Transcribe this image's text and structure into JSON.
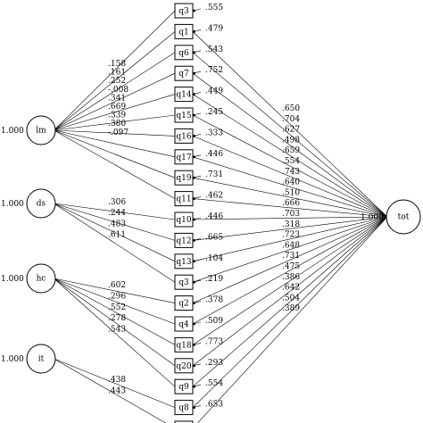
{
  "factors": [
    {
      "id": "lm",
      "label": "lm",
      "variance": "1.000"
    },
    {
      "id": "ds",
      "label": "ds",
      "variance": "1.000"
    },
    {
      "id": "hc",
      "label": "hc",
      "variance": "1.000"
    },
    {
      "id": "it",
      "label": "it",
      "variance": "1.000"
    }
  ],
  "general_factor": {
    "id": "tot",
    "label": "tot",
    "variance": "1.000"
  },
  "items": [
    {
      "id": "q3",
      "label": "q3",
      "factor": "lm",
      "factor_loading": "",
      "error": ".555",
      "tot_loading": ""
    },
    {
      "id": "q1",
      "label": "q1",
      "factor": "lm",
      "factor_loading": ".158",
      "error": ".479",
      "tot_loading": ".650"
    },
    {
      "id": "q6",
      "label": "q6",
      "factor": "lm",
      "factor_loading": ".161",
      "error": ".543",
      "tot_loading": ".704"
    },
    {
      "id": "q7",
      "label": "q7",
      "factor": "lm",
      "factor_loading": ".252",
      "error": ".752",
      "tot_loading": ".627"
    },
    {
      "id": "q14",
      "label": "q14",
      "factor": "lm",
      "factor_loading": "-.008",
      "error": ".449",
      "tot_loading": ".498"
    },
    {
      "id": "q15",
      "label": "q15",
      "factor": "lm",
      "factor_loading": ".341",
      "error": ".245",
      "tot_loading": ".659"
    },
    {
      "id": "q16",
      "label": "q16",
      "factor": "lm",
      "factor_loading": ".669",
      "error": ".333",
      "tot_loading": ".554"
    },
    {
      "id": "q17",
      "label": "q17",
      "factor": "lm",
      "factor_loading": ".339",
      "error": ".446",
      "tot_loading": ".743"
    },
    {
      "id": "q19",
      "label": "q19",
      "factor": "lm",
      "factor_loading": ".380",
      "error": ".731",
      "tot_loading": ".640"
    },
    {
      "id": "q11",
      "label": "q11",
      "factor": "lm",
      "factor_loading": "-.097",
      "error": ".462",
      "tot_loading": ".510"
    },
    {
      "id": "q10",
      "label": "q10",
      "factor": "ds",
      "factor_loading": ".306",
      "error": ".446",
      "tot_loading": ".666"
    },
    {
      "id": "q12",
      "label": "q12",
      "factor": "ds",
      "factor_loading": ".244",
      "error": ".665",
      "tot_loading": ".703"
    },
    {
      "id": "q13",
      "label": "q13",
      "factor": "ds",
      "factor_loading": ".483",
      "error": ".104",
      "tot_loading": ".318"
    },
    {
      "id": "q3b",
      "label": "q3",
      "factor": "ds",
      "factor_loading": ".611",
      "error": ".219",
      "tot_loading": ".723"
    },
    {
      "id": "q2",
      "label": "q2",
      "factor": "hc",
      "factor_loading": ".602",
      "error": ".378",
      "tot_loading": ".648"
    },
    {
      "id": "q4",
      "label": "q4",
      "factor": "hc",
      "factor_loading": ".296",
      "error": ".509",
      "tot_loading": ".731"
    },
    {
      "id": "q18",
      "label": "q18",
      "factor": "hc",
      "factor_loading": ".552",
      "error": ".773",
      "tot_loading": ".475"
    },
    {
      "id": "q20",
      "label": "q20",
      "factor": "hc",
      "factor_loading": ".278",
      "error": ".293",
      "tot_loading": ".386"
    },
    {
      "id": "q9",
      "label": "q9",
      "factor": "hc",
      "factor_loading": ".543",
      "error": ".554",
      "tot_loading": ".642"
    },
    {
      "id": "q8",
      "label": "q8",
      "factor": "it",
      "factor_loading": ".438",
      "error": ".653",
      "tot_loading": ".504"
    },
    {
      "id": "q8b",
      "label": "",
      "factor": "it",
      "factor_loading": ".443",
      "error": "",
      "tot_loading": ".389"
    }
  ]
}
